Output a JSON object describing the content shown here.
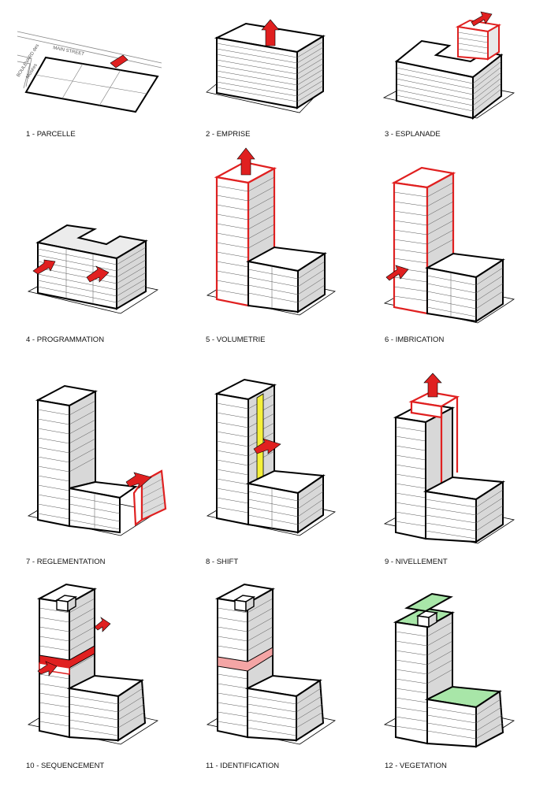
{
  "street_labels": {
    "main_street": "MAIN STREET",
    "boulevard_line1": "BOULEVARD des",
    "boulevard_line2": "Musées"
  },
  "colors": {
    "red": "#e02020",
    "yellow": "#f5f03a",
    "green": "#a8e6a8",
    "pink": "#f4a5a5",
    "roof": "#ececec",
    "side": "#d8d8d8",
    "outline": "#000000"
  },
  "steps": [
    {
      "caption": "1 - PARCELLE"
    },
    {
      "caption": "2 - EMPRISE"
    },
    {
      "caption": "3 - ESPLANADE"
    },
    {
      "caption": "4 - PROGRAMMATION"
    },
    {
      "caption": "5 - VOLUMETRIE"
    },
    {
      "caption": "6 - IMBRICATION"
    },
    {
      "caption": "7 - REGLEMENTATION"
    },
    {
      "caption": "8 - SHIFT"
    },
    {
      "caption": "9 - NIVELLEMENT"
    },
    {
      "caption": "10 - SEQUENCEMENT"
    },
    {
      "caption": "11 - IDENTIFICATION"
    },
    {
      "caption": "12 - VEGETATION"
    }
  ]
}
